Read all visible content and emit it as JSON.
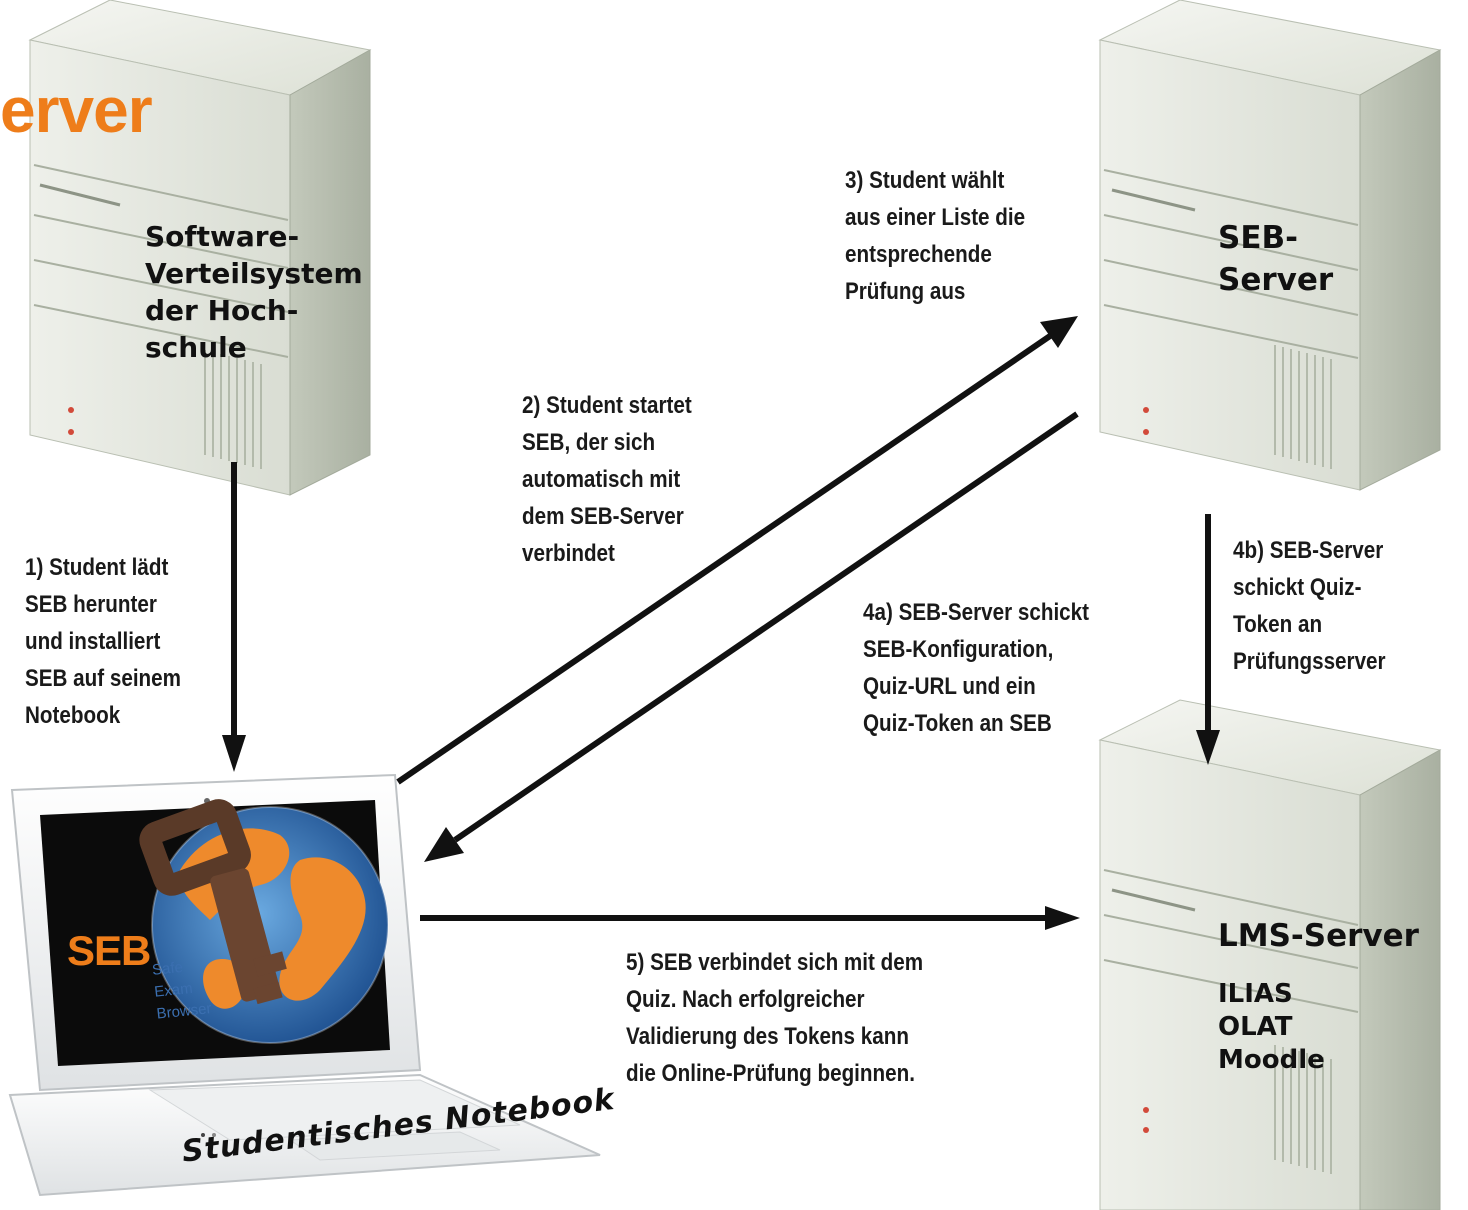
{
  "heading_fragment": "erver",
  "servers": {
    "software_distribution": {
      "label": "Software-\nVerteilsystem\nder Hoch-\nschule"
    },
    "seb_server": {
      "label": "SEB-\nServer"
    },
    "lms_server": {
      "label": "LMS-Server",
      "systems": "ILIAS\nOLAT\nMoodle"
    }
  },
  "notebook": {
    "caption": "Studentisches Notebook",
    "logo_text": "SEB",
    "logo_subtitle": "Safe\nExam\nBrowser"
  },
  "steps": {
    "step1": "1) Student lädt\nSEB herunter\nund installiert\nSEB auf seinem\nNotebook",
    "step2": "2) Student startet\nSEB, der sich\nautomatisch mit\ndem SEB-Server\nverbindet",
    "step3": "3) Student wählt\naus einer Liste die\nentsprechende\nPrüfung aus",
    "step4a": "4a) SEB-Server schickt\nSEB-Konfiguration,\nQuiz-URL und ein\nQuiz-Token an SEB",
    "step4b": "4b) SEB-Server\nschickt Quiz-\nToken an\nPrüfungsserver",
    "step5": "5) SEB verbindet sich mit dem\nQuiz. Nach erfolgreicher\nValidierung des Tokens kann\ndie Online-Prüfung beginnen."
  },
  "colors": {
    "accent_orange": "#ee7d1a",
    "server_light": "#e4e8df",
    "server_mid": "#c9cfc2",
    "server_dark": "#aab2a3",
    "arrow": "#111111"
  }
}
